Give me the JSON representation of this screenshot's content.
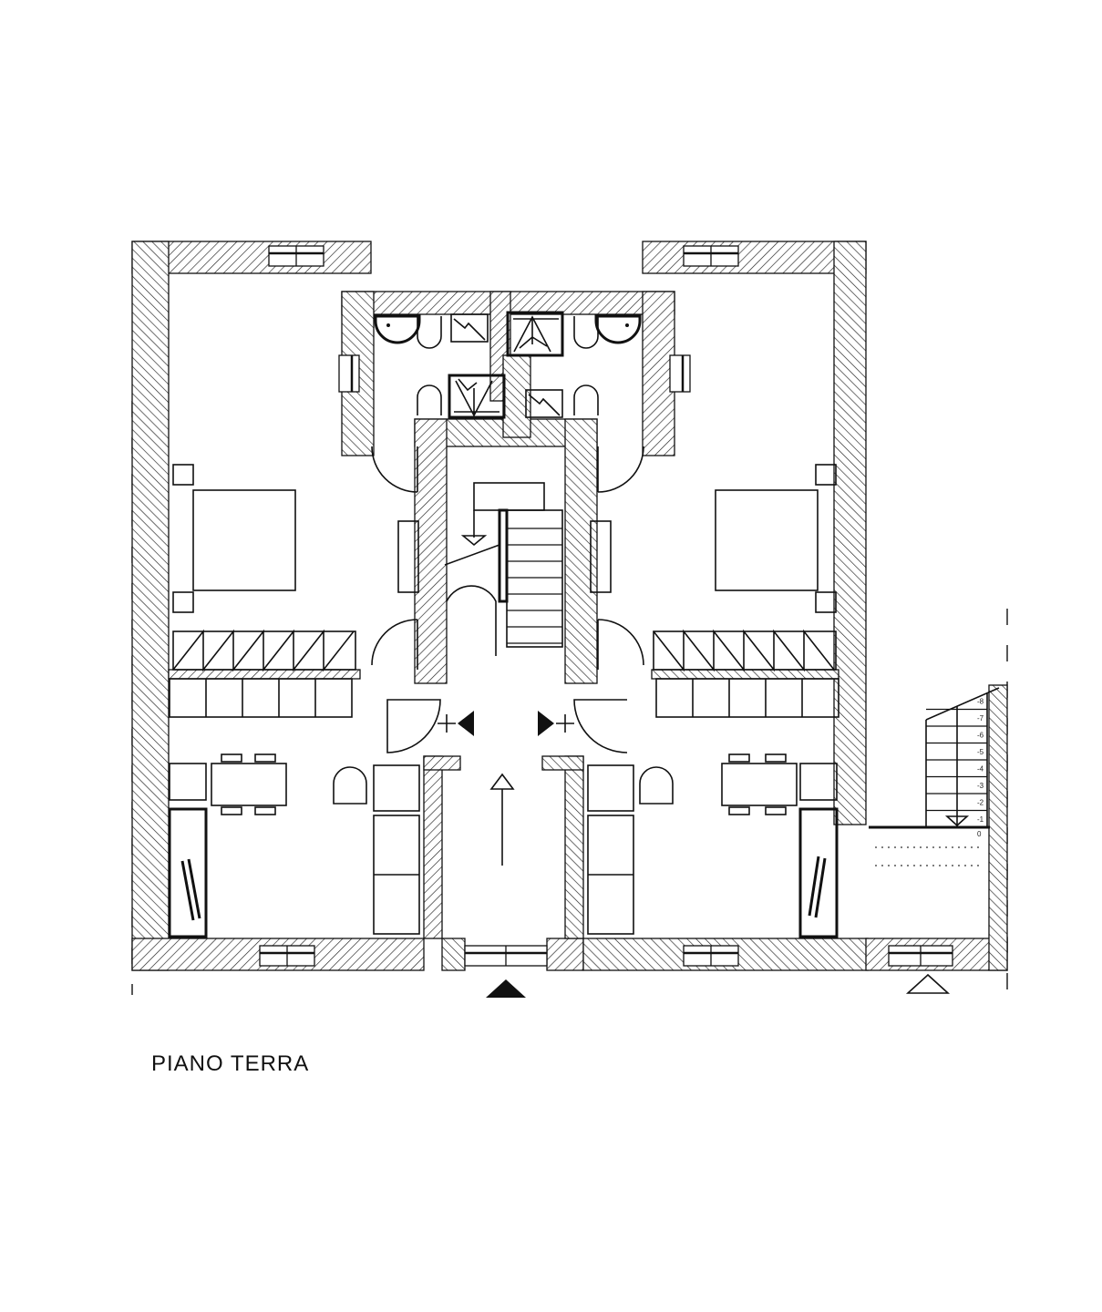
{
  "drawing": {
    "title": "PIANO TERRA",
    "stair_levels": [
      "-8",
      "-7",
      "-6",
      "-5",
      "-4",
      "-3",
      "-2",
      "-1",
      "0"
    ],
    "line_color": "#111111",
    "background": "#ffffff"
  }
}
